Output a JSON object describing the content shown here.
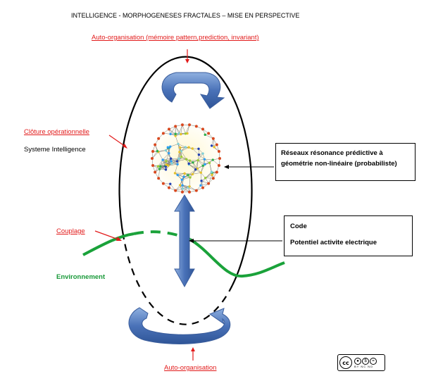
{
  "title": "INTELLIGENCE  - MORPHOGENESES  FRACTALES  – MISE EN PERSPECTIVE",
  "labels": {
    "auto_org_top": "Auto-organisation  (mémoire pattern,prediction, invariant)",
    "cloture": "Clôture opérationnelle",
    "systeme": "Systeme Intelligence",
    "couplage": "Couplage",
    "environnement": "Environnement",
    "auto_org_bottom": "Auto-organisation"
  },
  "boxes": {
    "reseaux_line1": "Réseaux résonance prédictive à",
    "reseaux_line2": "géométrie non-linéaire (probabiliste)",
    "code": "Code",
    "potentiel": "Potentiel activite electrique"
  },
  "license": {
    "badge": "cc",
    "terms": "BY  NC  ND"
  },
  "colors": {
    "red_label": "#e21b1b",
    "green_wave": "#1aa23a",
    "blue_arrow": "#4a72b8",
    "ellipse": "#000000"
  },
  "icons": [
    "circular-arrow-top-icon",
    "circular-arrow-bottom-icon",
    "double-arrow-icon",
    "neural-network-sphere-icon",
    "creative-commons-icon"
  ]
}
